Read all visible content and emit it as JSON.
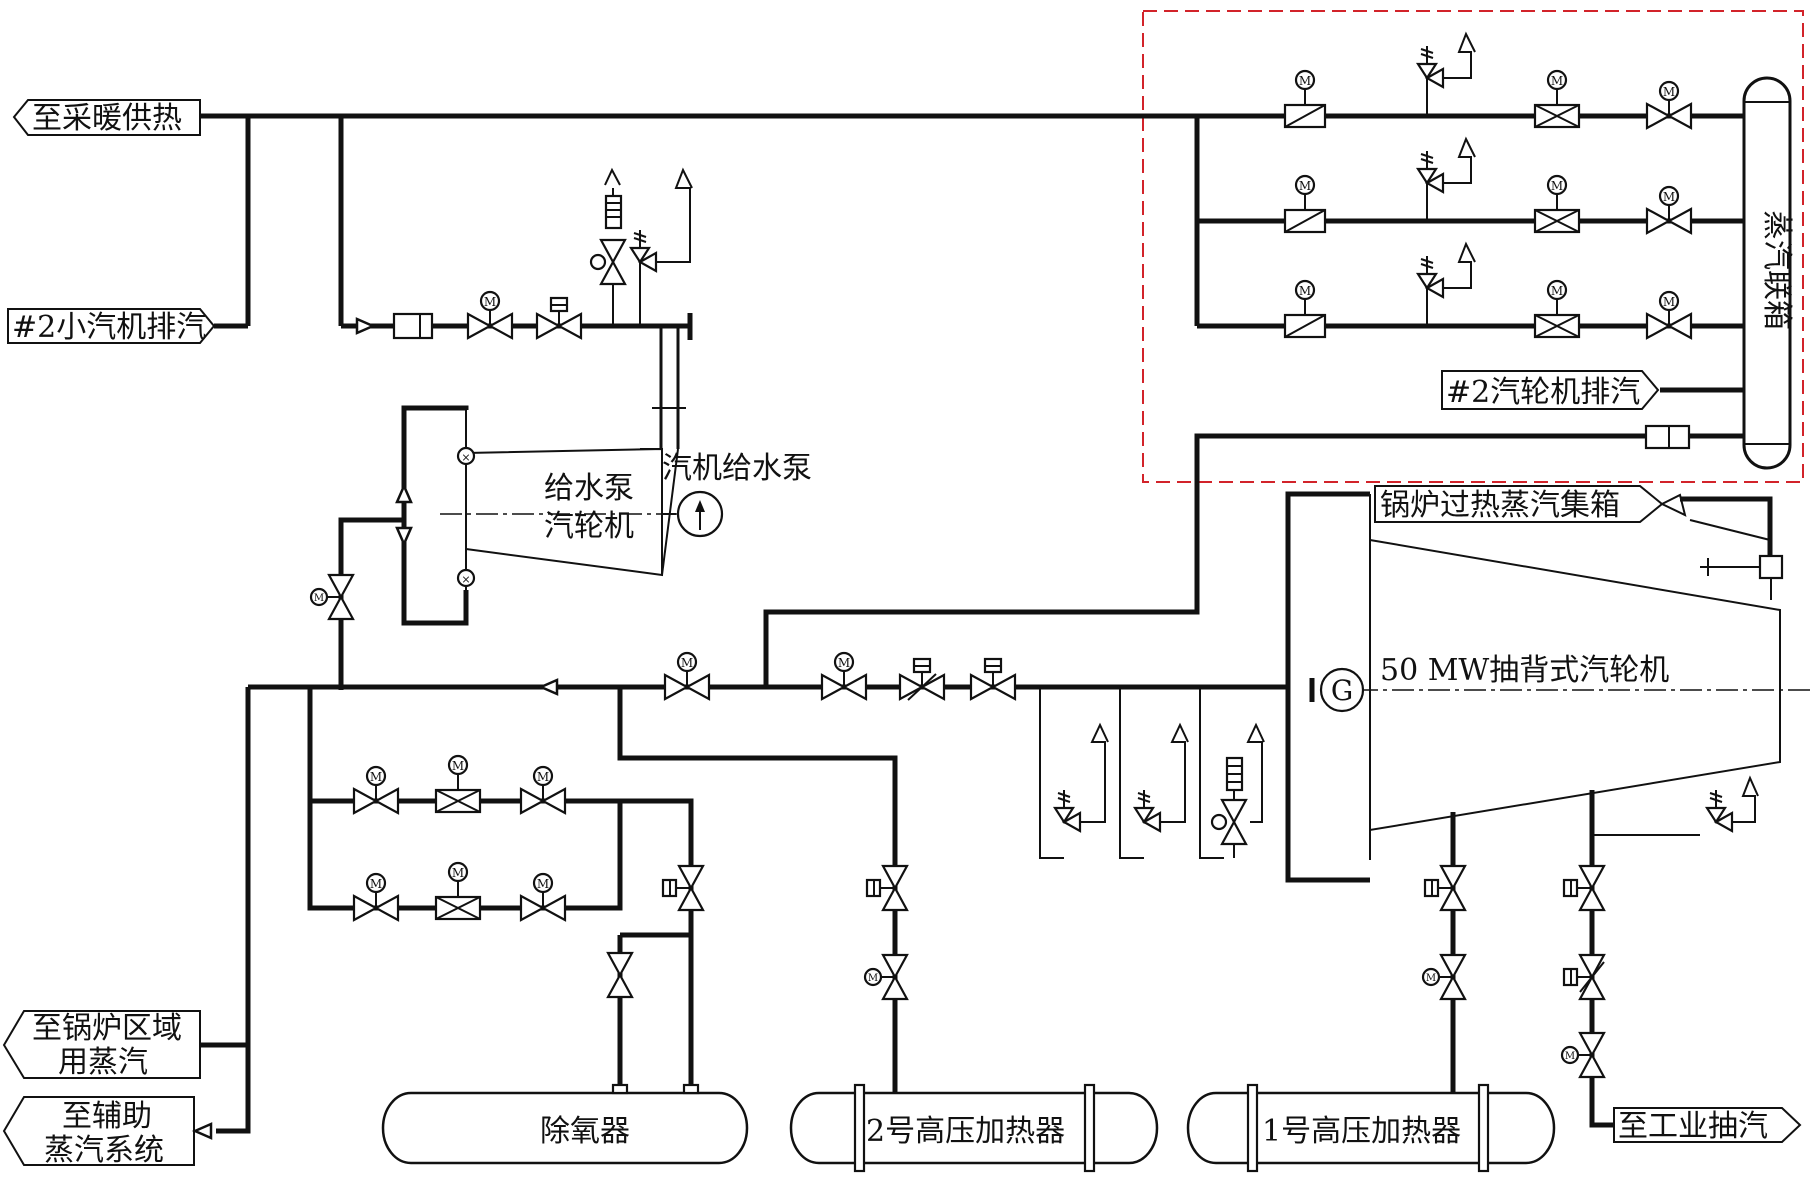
{
  "labels": {
    "heating_supply": "至采暖供热",
    "small_turbine_exhaust": "#2小汽机排汽",
    "feedwater_pump_turbine_line1": "给水泵",
    "feedwater_pump_turbine_line2": "汽轮机",
    "turbine_feedwater_pump": "汽机给水泵",
    "steam_header": "蒸汽联箱",
    "turbine2_exhaust": "#2汽轮机排汽",
    "boiler_superheated_header": "锅炉过热蒸汽集箱",
    "main_turbine": "50 MW抽背式汽轮机",
    "generator": "G",
    "boiler_area_line1": "至锅炉区域",
    "boiler_area_line2": "用蒸汽",
    "auxiliary_line1": "至辅助",
    "auxiliary_line2": "蒸汽系统",
    "deaerator": "除氧器",
    "hp_heater_2": "2号高压加热器",
    "hp_heater_1": "1号高压加热器",
    "industrial_extraction": "至工业抽汽",
    "motor_symbol": "M"
  },
  "colors": {
    "line": "#111111",
    "boundary": "#d2232a",
    "background": "#ffffff"
  }
}
